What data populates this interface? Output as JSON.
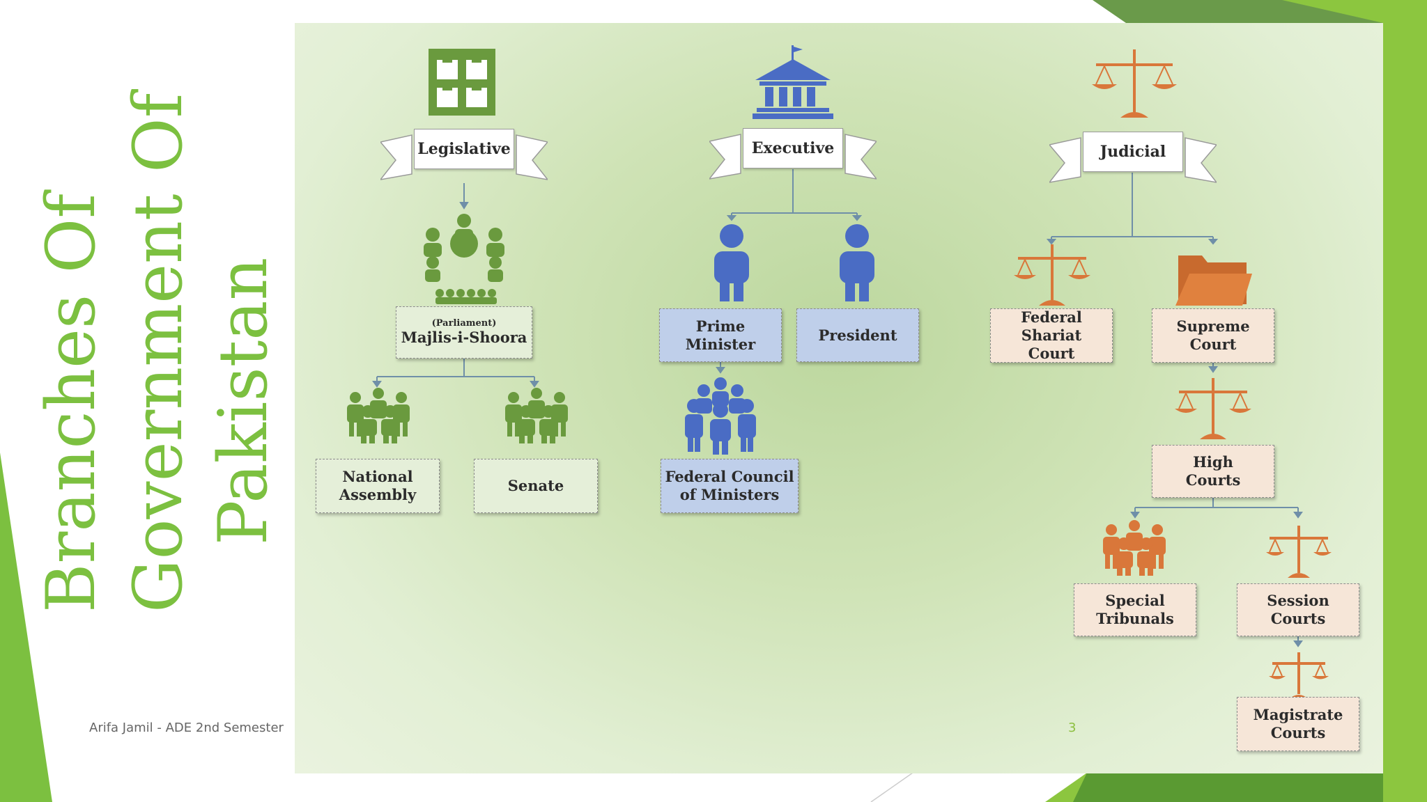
{
  "slide": {
    "title_lines": [
      "Branches Of",
      "Government Of",
      "Pakistan"
    ],
    "footer": "Arifa Jamil - ADE 2nd Semester",
    "page_number": "3"
  },
  "colors": {
    "title_green": "#7cc040",
    "green": "#6a9a3e",
    "blue": "#4a6cc4",
    "orange": "#d9773a",
    "connector": "#6f8fa8"
  },
  "legislative": {
    "label": "Legislative",
    "icon": "building-windows-icon",
    "parliament": {
      "caption": "(Parliament)",
      "name": "Majlis-i-Shoora",
      "icon": "assembly-people-icon"
    },
    "children": [
      {
        "label": "National\nAssembly",
        "icon": "group-people-icon"
      },
      {
        "label": "Senate",
        "icon": "group-people-icon"
      }
    ]
  },
  "executive": {
    "label": "Executive",
    "icon": "government-building-icon",
    "children": [
      {
        "label": "Prime\nMinister",
        "icon": "person-icon"
      },
      {
        "label": "President",
        "icon": "person-icon"
      }
    ],
    "council": {
      "label": "Federal Council\nof Ministers",
      "icon": "team-icon"
    }
  },
  "judicial": {
    "label": "Judicial",
    "icon": "scales-of-justice-icon",
    "courts": [
      {
        "label": "Federal Shariat\nCourt",
        "icon": "scales-icon"
      },
      {
        "label": "Supreme\nCourt",
        "icon": "folder-icon"
      },
      {
        "label": "High\nCourts",
        "icon": "scales-icon"
      },
      {
        "label": "Special\nTribunals",
        "icon": "group-people-icon"
      },
      {
        "label": "Session\nCourts",
        "icon": "scales-icon"
      },
      {
        "label": "Magistrate\nCourts",
        "icon": "scales-icon"
      }
    ]
  }
}
